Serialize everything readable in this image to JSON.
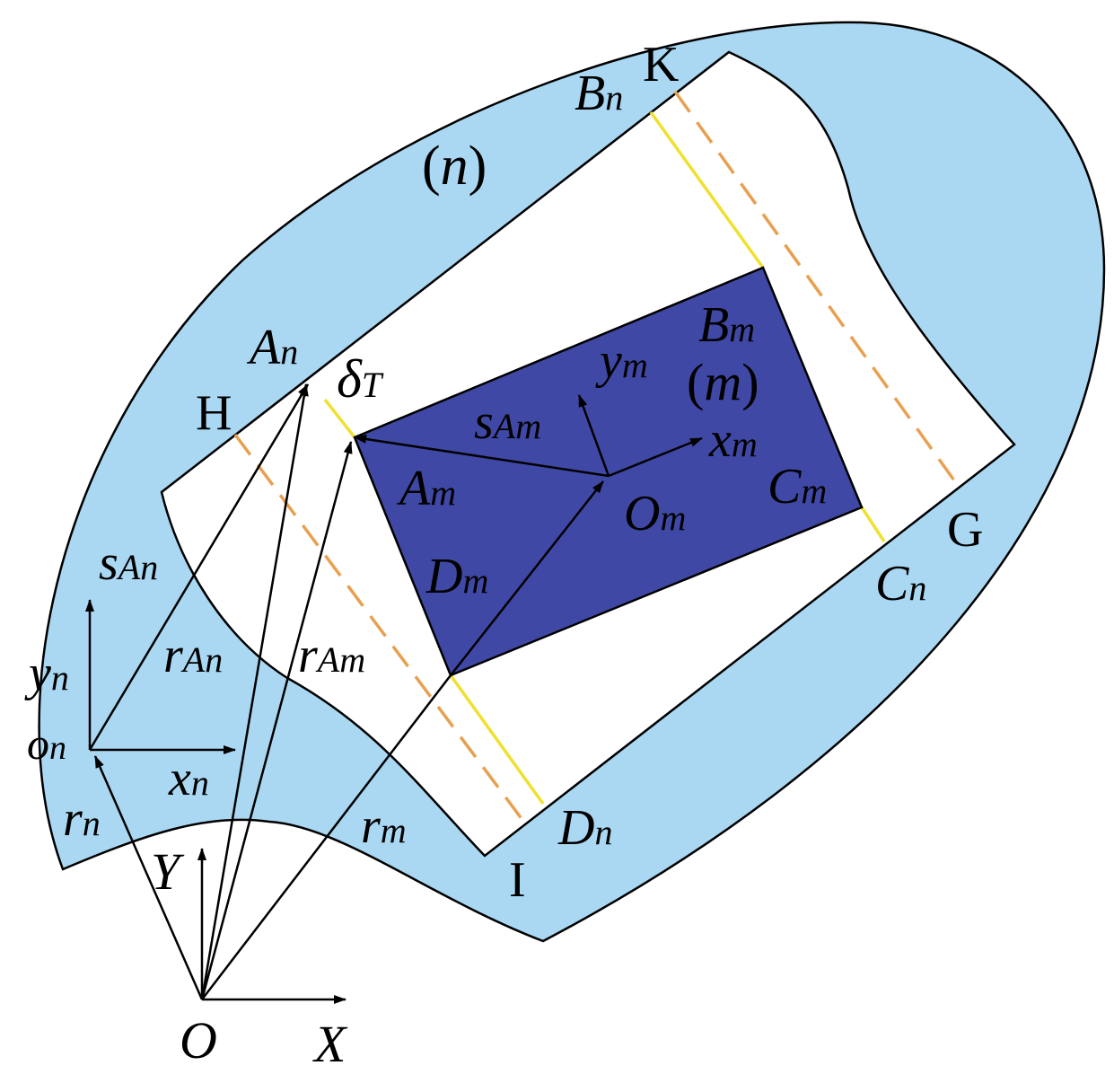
{
  "colors": {
    "body_n": "#aad8f3",
    "body_m": "#3f48a4",
    "cutout": "#ffffff",
    "stroke": "#000000",
    "yellow_line": "#f0e030",
    "dashed_line": "#e8a050"
  },
  "labels": {
    "body_n": {
      "open": "(",
      "name": "n",
      "close": ")"
    },
    "body_m": {
      "open": "(",
      "name": "m",
      "close": ")"
    },
    "corners_n": {
      "A": {
        "main": "A",
        "sub": "n"
      },
      "B": {
        "main": "B",
        "sub": "n"
      },
      "C": {
        "main": "C",
        "sub": "n"
      },
      "D": {
        "main": "D",
        "sub": "n"
      }
    },
    "corners_m": {
      "A": {
        "main": "A",
        "sub": "m"
      },
      "B": {
        "main": "B",
        "sub": "m"
      },
      "C": {
        "main": "C",
        "sub": "m"
      },
      "D": {
        "main": "D",
        "sub": "m"
      }
    },
    "cut_points": {
      "H": "H",
      "I": "I",
      "G": "G",
      "K": "K"
    },
    "delta": {
      "main": "δ",
      "sub": "T"
    },
    "vectors": {
      "s_Am": {
        "main": "s",
        "sub": "Am"
      },
      "s_An": {
        "main": "s",
        "sub": "An"
      },
      "r_An": {
        "main": "r",
        "sub": "An"
      },
      "r_Am": {
        "main": "r",
        "sub": "Am"
      },
      "r_n": {
        "main": "r",
        "sub": "n"
      },
      "r_m": {
        "main": "r",
        "sub": "m"
      }
    },
    "local_m": {
      "x": {
        "main": "x",
        "sub": "m"
      },
      "y": {
        "main": "y",
        "sub": "m"
      },
      "origin": {
        "main": "O",
        "sub": "m"
      }
    },
    "local_n": {
      "x": {
        "main": "x",
        "sub": "n"
      },
      "y": {
        "main": "y",
        "sub": "n"
      },
      "origin": {
        "main": "o",
        "sub": "n"
      }
    },
    "global": {
      "X": "X",
      "Y": "Y",
      "O": "O"
    }
  }
}
